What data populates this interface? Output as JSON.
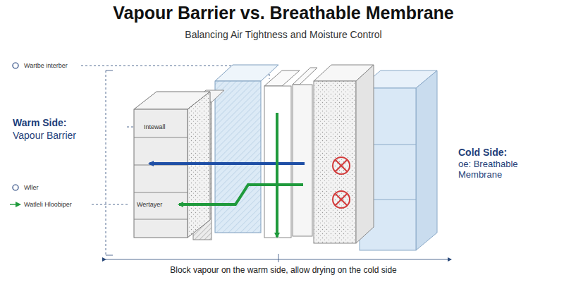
{
  "diagram": {
    "title": "Vapour Barrier vs. Breathable Membrane",
    "caption": "Block vapour on the warm side, allow drying on the cold side",
    "labels": [
      "Balancing Air Tightness and Moisture Control",
      "Wartbe interber",
      "Warm Side:",
      "Vapour Barrier",
      "Intewall",
      "Wller",
      "Watleli Hloobiper",
      "Wertayer",
      "Cold Side:",
      "oe: Breathable Membrane"
    ]
  }
}
